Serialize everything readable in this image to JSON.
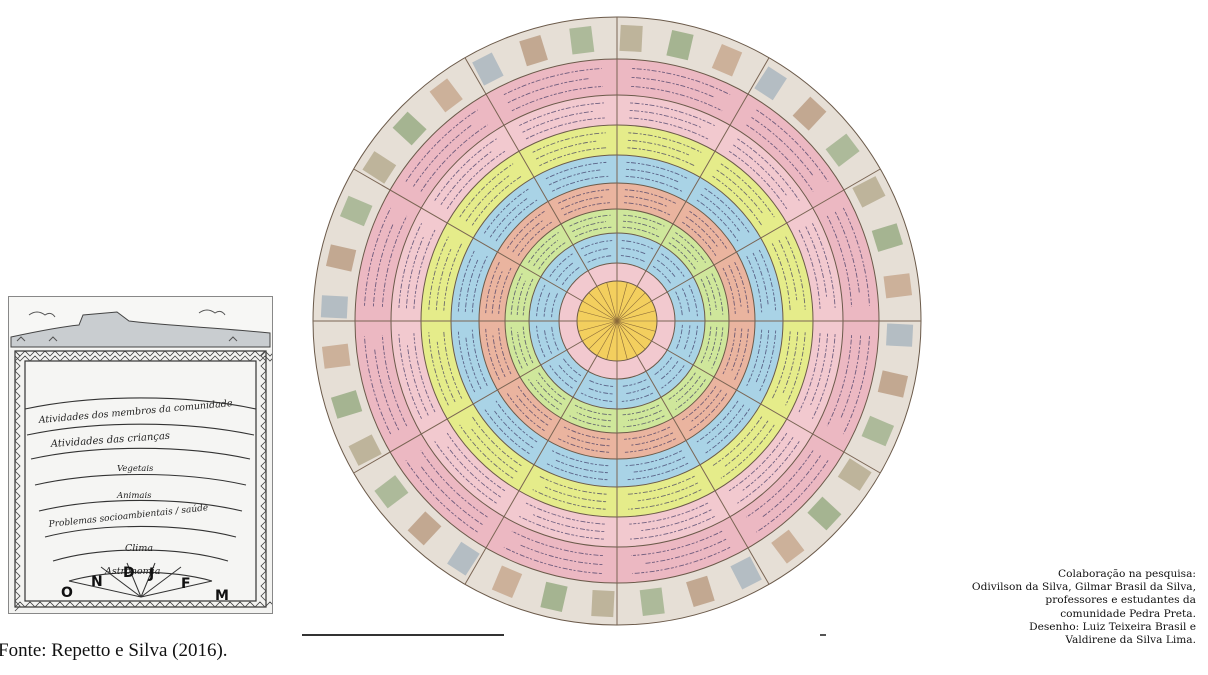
{
  "left_calendar": {
    "arc_labels": [
      "Atividades dos membros da comunidade",
      "Atividades das crianças",
      "Vegetais",
      "Animais",
      "Problemas socioambientais / saúde",
      "Clima",
      "Astronomia"
    ],
    "months": [
      "O",
      "N",
      "D",
      "J",
      "F",
      "M"
    ]
  },
  "caption": {
    "source": "Fonte: Repetto e Silva (2016)."
  },
  "credits": {
    "line1": "Colaboração na pesquisa:",
    "line2": "Odivilson da Silva, Gilmar Brasil da Silva,",
    "line3": "professores e estudantes da",
    "line4": "comunidade Pedra Preta.",
    "line5": "Desenho: Luiz Teixeira Brasil e",
    "line6": "Valdirene da Silva Lima."
  },
  "colors": {
    "outer_ring": "#e6dfd6",
    "pink": "#ecb8c2",
    "light_pink": "#f2c9cf",
    "yellow": "#e5ec8a",
    "blue": "#a9d3e6",
    "salmon": "#eab49f",
    "green": "#cfe79b",
    "center": "#f3cf5e"
  }
}
